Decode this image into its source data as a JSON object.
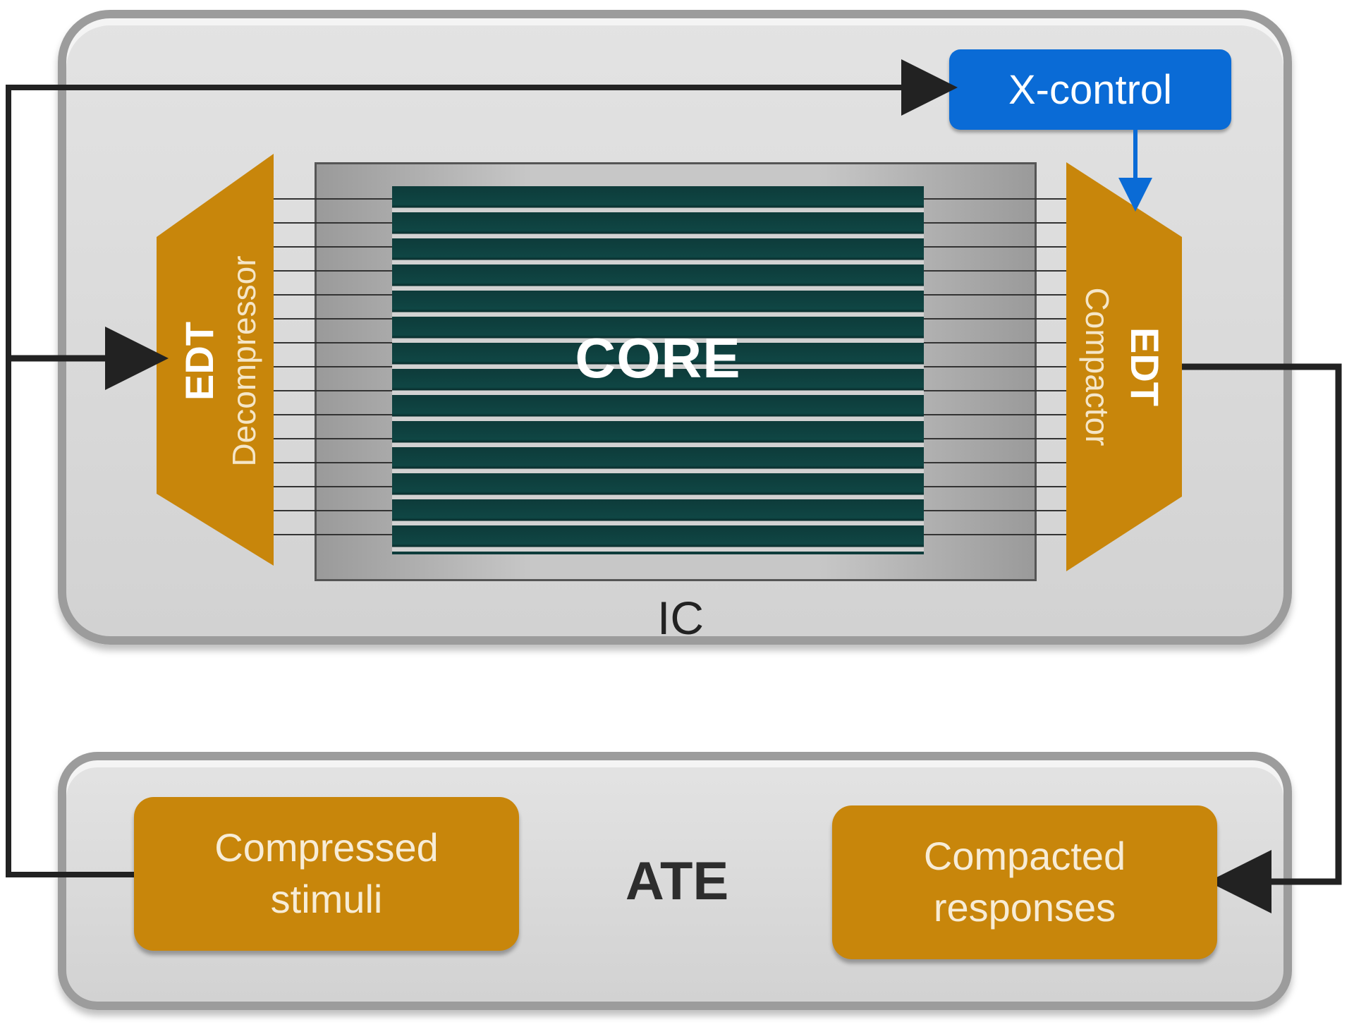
{
  "ic": {
    "label": "IC",
    "core_label": "CORE",
    "x_control_label": "X-control",
    "decompressor": {
      "line1": "EDT",
      "line2": "Decompressor"
    },
    "compactor": {
      "line1": "EDT",
      "line2": "Compactor"
    }
  },
  "ate": {
    "label": "ATE",
    "stimuli": {
      "line1": "Compressed",
      "line2": "stimuli"
    },
    "responses": {
      "line1": "Compacted",
      "line2": "responses"
    }
  },
  "colors": {
    "edt_block": "#c8860b",
    "x_control": "#0a6bd6",
    "core": "#0f4644",
    "arrow": "#222222"
  }
}
